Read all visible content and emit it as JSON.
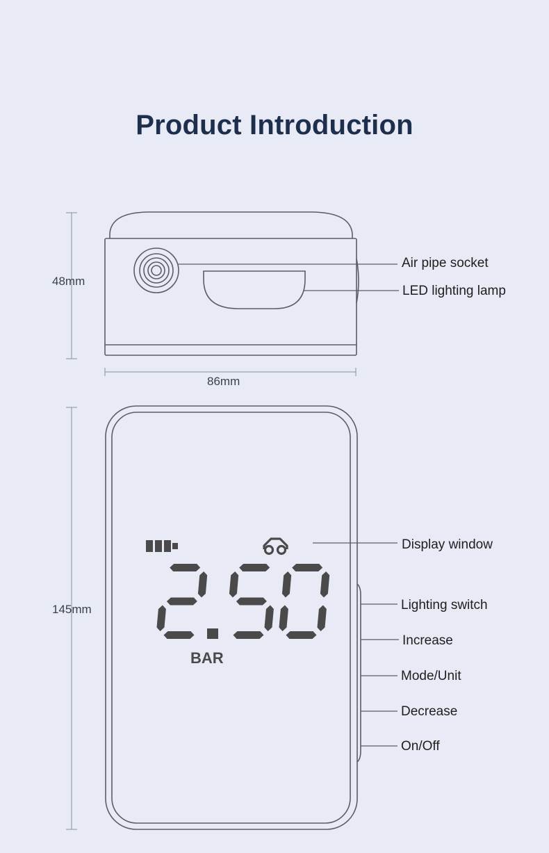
{
  "title": "Product Introduction",
  "dimensions": {
    "height_top": "48mm",
    "width_top": "86mm",
    "height_front": "145mm"
  },
  "callouts": {
    "air_pipe_socket": "Air pipe socket",
    "led_lighting_lamp": "LED lighting lamp",
    "display_window": "Display window",
    "lighting_switch": "Lighting switch",
    "increase": "Increase",
    "mode_unit": "Mode/Unit",
    "decrease": "Decrease",
    "on_off": "On/Off"
  },
  "display": {
    "reading": "2.50",
    "unit": "BAR",
    "battery_bars": 3,
    "icons": [
      "battery-icon",
      "car-icon"
    ]
  },
  "colors": {
    "background": "#e8ebf5",
    "title": "#1e2f4d",
    "outline": "#5c5c64",
    "segment": "#4a4a4a"
  }
}
